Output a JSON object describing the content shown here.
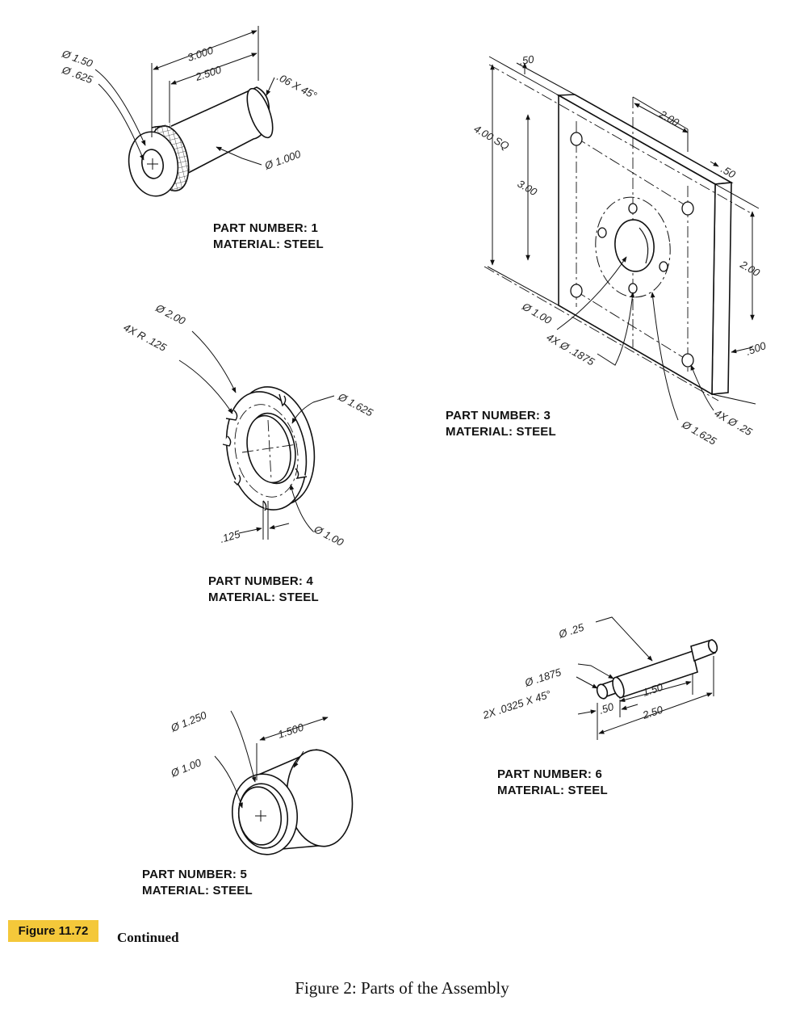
{
  "parts": [
    {
      "number_label": "PART NUMBER: 1",
      "material_label": "MATERIAL: STEEL"
    },
    {
      "number_label": "PART NUMBER: 3",
      "material_label": "MATERIAL: STEEL"
    },
    {
      "number_label": "PART NUMBER: 4",
      "material_label": "MATERIAL: STEEL"
    },
    {
      "number_label": "PART NUMBER: 5",
      "material_label": "MATERIAL: STEEL"
    },
    {
      "number_label": "PART NUMBER: 6",
      "material_label": "MATERIAL: STEEL"
    }
  ],
  "dims": {
    "p1": {
      "dia_head": "Ø 1.50",
      "dia_hole": "Ø .625",
      "len_overall": "3.000",
      "len_shank": "2.500",
      "chamfer": ".06 X 45°",
      "dia_shank": "Ø 1.000"
    },
    "p3": {
      "thickness": ".50",
      "size": "4.00 SQ",
      "hole_spacing": "3.00",
      "half_width": "2.00",
      "edge_offset": ".50",
      "half_height": "2.00",
      "bolt_offset": ".500",
      "dia_bore": "Ø 1.00",
      "small_holes": "4X Ø .1875",
      "corner_holes": "4X Ø .25",
      "bolt_circle": "Ø 1.625"
    },
    "p4": {
      "dia_outer": "Ø 2.00",
      "slot_radius": "4X R .125",
      "dia_circle": "Ø 1.625",
      "thickness": ".125",
      "dia_bore": "Ø 1.00"
    },
    "p5": {
      "dia_outer": "Ø 1.250",
      "dia_inner": "Ø 1.00",
      "length": "1.500"
    },
    "p6": {
      "dia_large": "Ø .25",
      "dia_small": "Ø .1875",
      "chamfer": "2X .0325 X 45°",
      "len_mid": "1.50",
      "len_end": ".50",
      "len_total": "2.50"
    }
  },
  "figure": {
    "badge": "Figure 11.72",
    "continued": "Continued",
    "caption": "Figure 2: Parts of the Assembly"
  }
}
